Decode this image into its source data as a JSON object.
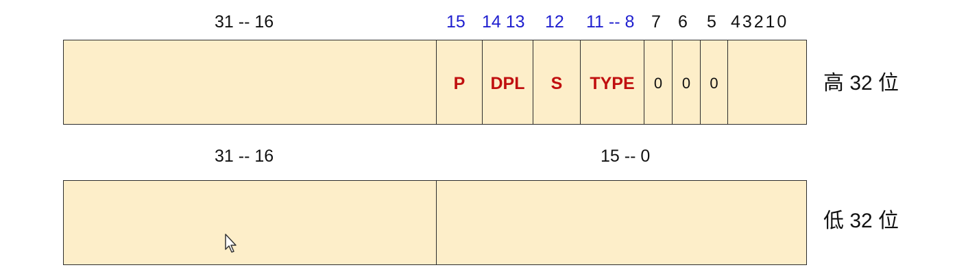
{
  "colors": {
    "fill": "#fdeec9",
    "border": "#2b2b2b",
    "field_text": "#c00f0f",
    "bit_blue": "#1f1fcf"
  },
  "high": {
    "side_label": "高 32 位",
    "bit_labels": {
      "b31_16": "31 -- 16",
      "b15": "15",
      "b14_13": "14 13",
      "b12": "12",
      "b11_8": "11 -- 8",
      "b7": "7",
      "b6": "6",
      "b5": "5",
      "b4_0": "4 3 2 1 0"
    },
    "fields": {
      "p": "P",
      "dpl": "DPL",
      "s": "S",
      "type": "TYPE",
      "z7": "0",
      "z6": "0",
      "z5": "0"
    }
  },
  "low": {
    "side_label": "低 32 位",
    "bit_labels": {
      "b31_16": "31 -- 16",
      "b15_0": "15 -- 0"
    }
  },
  "icons": {
    "cursor": "mouse-pointer-icon"
  }
}
